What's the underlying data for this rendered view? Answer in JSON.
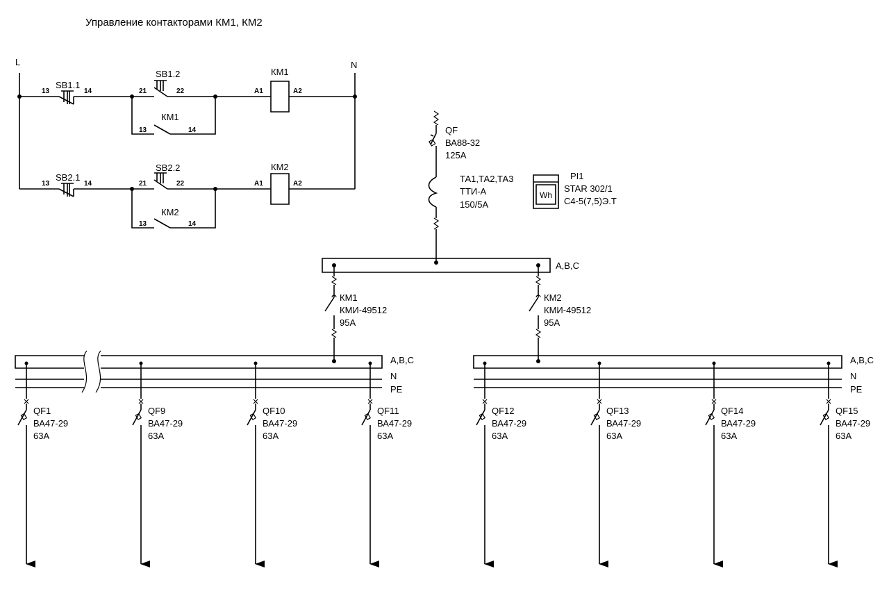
{
  "title": "Управление контакторами КМ1, КМ2",
  "control": {
    "line_label": "L",
    "neutral_label": "N",
    "row1": {
      "stop_button": "SB1.1",
      "start_button": "SB1.2",
      "coil": "КМ1",
      "hold_contact": "КМ1",
      "t13": "13",
      "t14": "14",
      "t21": "21",
      "t22": "22",
      "a1": "A1",
      "a2": "A2",
      "h13": "13",
      "h14": "14"
    },
    "row2": {
      "stop_button": "SB2.1",
      "start_button": "SB2.2",
      "coil": "КМ2",
      "hold_contact": "КМ2",
      "t13": "13",
      "t14": "14",
      "t21": "21",
      "t22": "22",
      "a1": "A1",
      "a2": "A2",
      "h13": "13",
      "h14": "14"
    }
  },
  "input": {
    "breaker": {
      "name": "QF",
      "model": "ВА88-32",
      "rating": "125А"
    },
    "ct": {
      "name": "ТА1,ТА2,ТА3",
      "model": "ТТИ-А",
      "ratio": "150/5А"
    },
    "meter": {
      "name": "PI1",
      "symbol": "Wh",
      "model": "STAR 302/1",
      "spec": "С4-5(7,5)Э.Т"
    },
    "bus_label": "A,B,C"
  },
  "contactors": [
    {
      "name": "КМ1",
      "model": "КМИ-49512",
      "rating": "95А"
    },
    {
      "name": "КМ2",
      "model": "КМИ-49512",
      "rating": "95А"
    }
  ],
  "bus_labels": {
    "phases": "A,B,C",
    "neutral": "N",
    "pe": "PE"
  },
  "feeders": [
    {
      "name": "QF1",
      "model": "ВА47-29",
      "rating": "63А"
    },
    {
      "name": "QF9",
      "model": "ВА47-29",
      "rating": "63А"
    },
    {
      "name": "QF10",
      "model": "ВА47-29",
      "rating": "63А"
    },
    {
      "name": "QF11",
      "model": "ВА47-29",
      "rating": "63А"
    },
    {
      "name": "QF12",
      "model": "ВА47-29",
      "rating": "63А"
    },
    {
      "name": "QF13",
      "model": "ВА47-29",
      "rating": "63А"
    },
    {
      "name": "QF14",
      "model": "ВА47-29",
      "rating": "63А"
    },
    {
      "name": "QF15",
      "model": "ВА47-29",
      "rating": "63А"
    }
  ]
}
